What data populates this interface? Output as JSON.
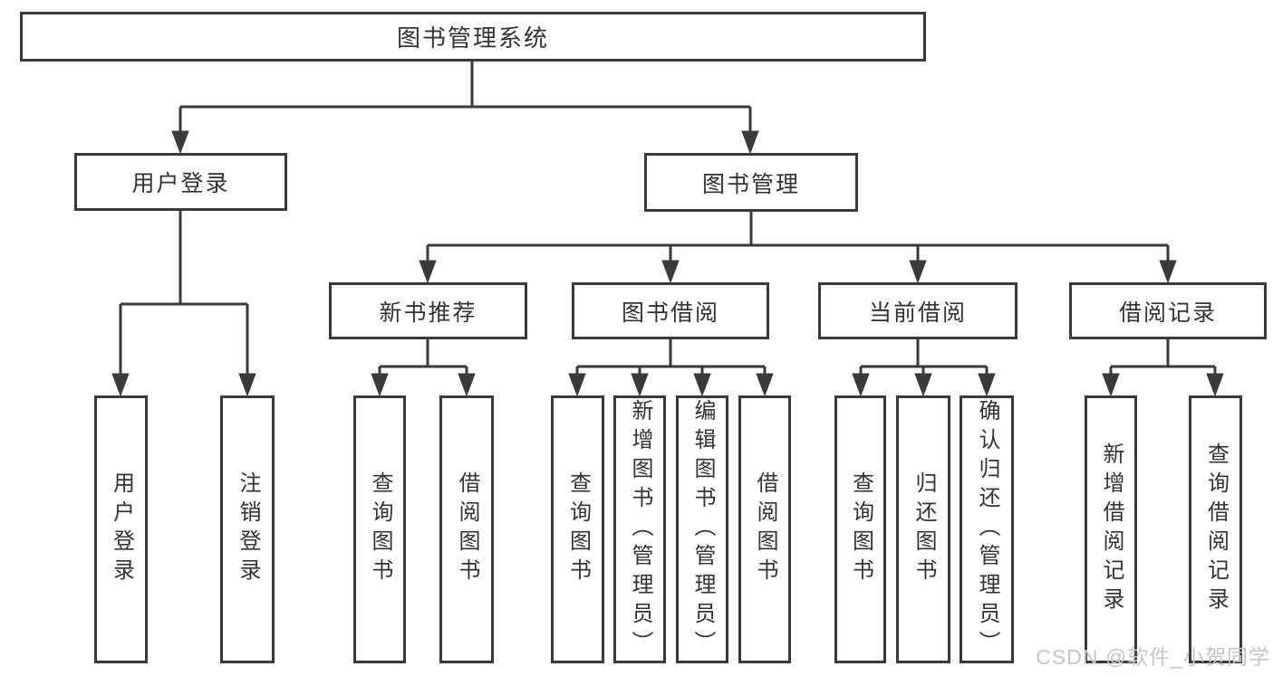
{
  "diagram": {
    "colors": {
      "line": "#3a3a3a",
      "text": "#333333",
      "watermark": "#c6c6c6",
      "background": "#ffffff"
    },
    "watermark": "CSDN @软件_小贺同学",
    "tree": {
      "root": {
        "label": "图书管理系统",
        "children": [
          {
            "label": "用户登录",
            "children": [
              {
                "label": "用户登录"
              },
              {
                "label": "注销登录"
              }
            ]
          },
          {
            "label": "图书管理",
            "children": [
              {
                "label": "新书推荐",
                "children": [
                  {
                    "label": "查询图书"
                  },
                  {
                    "label": "借阅图书"
                  }
                ]
              },
              {
                "label": "图书借阅",
                "children": [
                  {
                    "label": "查询图书"
                  },
                  {
                    "label": "新增图书（管理员）"
                  },
                  {
                    "label": "编辑图书（管理员）"
                  },
                  {
                    "label": "借阅图书"
                  }
                ]
              },
              {
                "label": "当前借阅",
                "children": [
                  {
                    "label": "查询图书"
                  },
                  {
                    "label": "归还图书"
                  },
                  {
                    "label": "确认归还（管理员）"
                  }
                ]
              },
              {
                "label": "借阅记录",
                "children": [
                  {
                    "label": "新增借阅记录"
                  },
                  {
                    "label": "查询借阅记录"
                  }
                ]
              }
            ]
          }
        ]
      }
    }
  }
}
